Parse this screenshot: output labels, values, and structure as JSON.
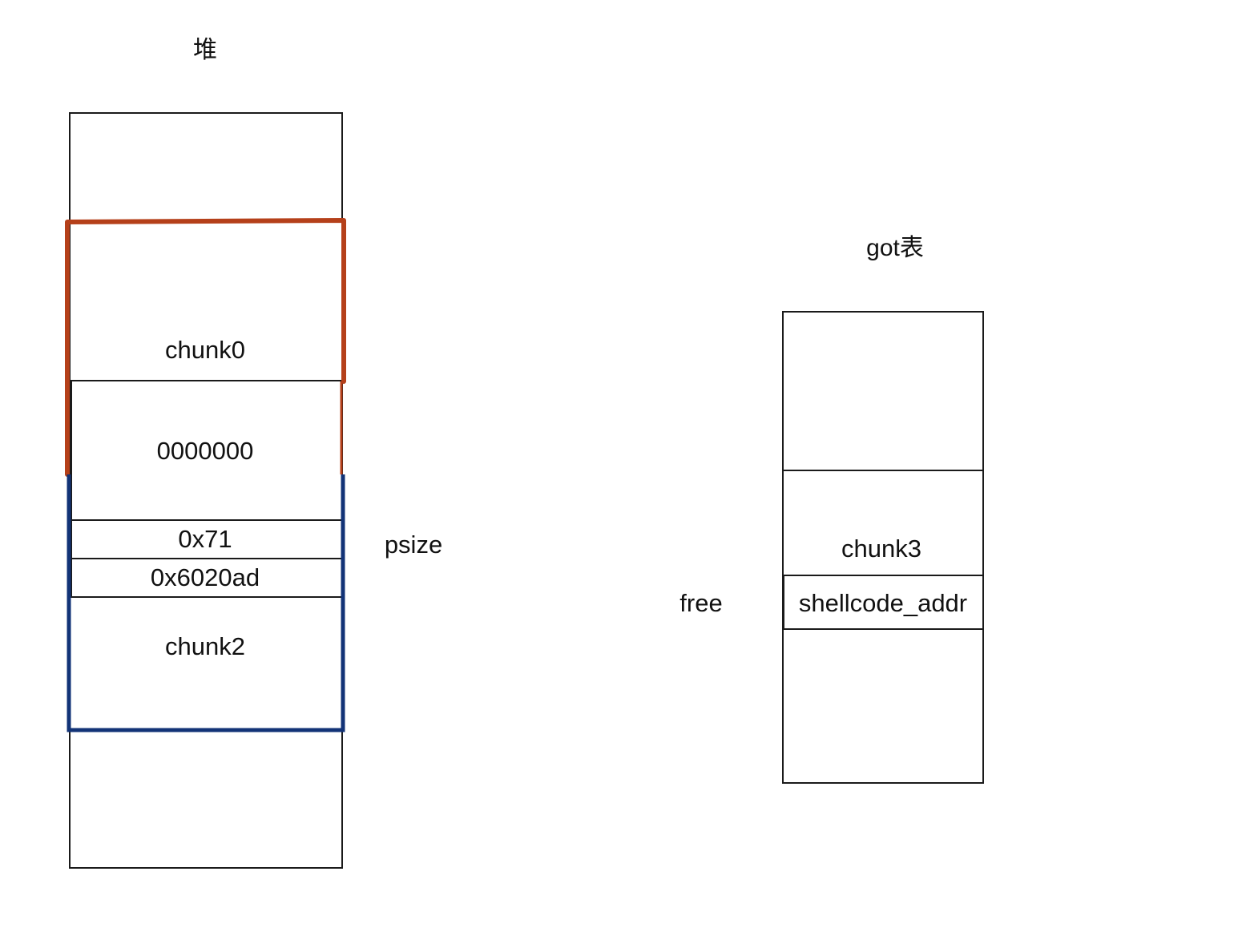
{
  "heap": {
    "title": "堆",
    "chunk0_label": "chunk0",
    "zero_value": "0000000",
    "size_value": "0x71",
    "fd_value": "0x6020ad",
    "chunk2_label": "chunk2",
    "psize_label": "psize",
    "chunk0_outline_color": "#b5401a",
    "chunk2_outline_color": "#123377"
  },
  "got": {
    "title": "got表",
    "chunk3_label": "chunk3",
    "entry_value": "shellcode_addr",
    "free_label": "free"
  }
}
